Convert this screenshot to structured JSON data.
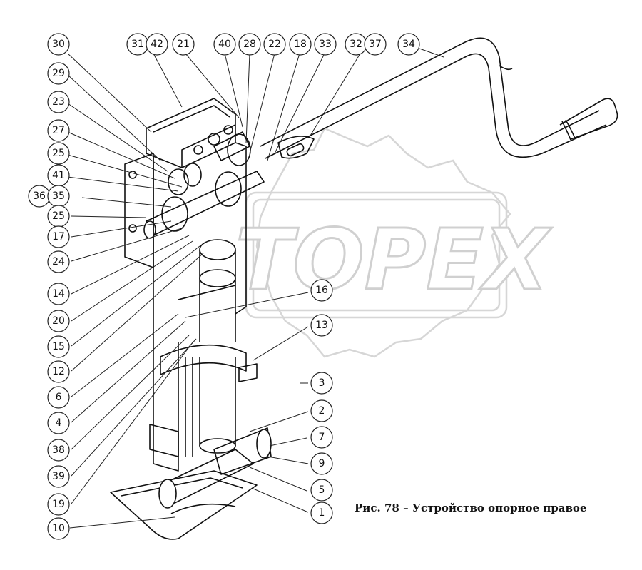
{
  "caption": "Рис. 78 – Устройство опорное правое",
  "watermark": {
    "text": "ТОРЕХ"
  },
  "diagram": {
    "callouts": [
      {
        "id": "c30",
        "label": "30"
      },
      {
        "id": "c31",
        "label": "31"
      },
      {
        "id": "c42",
        "label": "42"
      },
      {
        "id": "c21",
        "label": "21"
      },
      {
        "id": "c40",
        "label": "40"
      },
      {
        "id": "c28",
        "label": "28"
      },
      {
        "id": "c22",
        "label": "22"
      },
      {
        "id": "c18",
        "label": "18"
      },
      {
        "id": "c33",
        "label": "33"
      },
      {
        "id": "c32",
        "label": "32"
      },
      {
        "id": "c37",
        "label": "37"
      },
      {
        "id": "c34",
        "label": "34"
      },
      {
        "id": "c29",
        "label": "29"
      },
      {
        "id": "c23",
        "label": "23"
      },
      {
        "id": "c27",
        "label": "27"
      },
      {
        "id": "c25a",
        "label": "25"
      },
      {
        "id": "c41",
        "label": "41"
      },
      {
        "id": "c36",
        "label": "36"
      },
      {
        "id": "c35",
        "label": "35"
      },
      {
        "id": "c25b",
        "label": "25"
      },
      {
        "id": "c17",
        "label": "17"
      },
      {
        "id": "c24",
        "label": "24"
      },
      {
        "id": "c14",
        "label": "14"
      },
      {
        "id": "c20",
        "label": "20"
      },
      {
        "id": "c15",
        "label": "15"
      },
      {
        "id": "c12",
        "label": "12"
      },
      {
        "id": "c6",
        "label": "6"
      },
      {
        "id": "c4",
        "label": "4"
      },
      {
        "id": "c38",
        "label": "38"
      },
      {
        "id": "c39",
        "label": "39"
      },
      {
        "id": "c19",
        "label": "19"
      },
      {
        "id": "c10",
        "label": "10"
      },
      {
        "id": "c16",
        "label": "16"
      },
      {
        "id": "c13",
        "label": "13"
      },
      {
        "id": "c3",
        "label": "3"
      },
      {
        "id": "c2",
        "label": "2"
      },
      {
        "id": "c7",
        "label": "7"
      },
      {
        "id": "c9",
        "label": "9"
      },
      {
        "id": "c5",
        "label": "5"
      },
      {
        "id": "c1",
        "label": "1"
      }
    ]
  }
}
